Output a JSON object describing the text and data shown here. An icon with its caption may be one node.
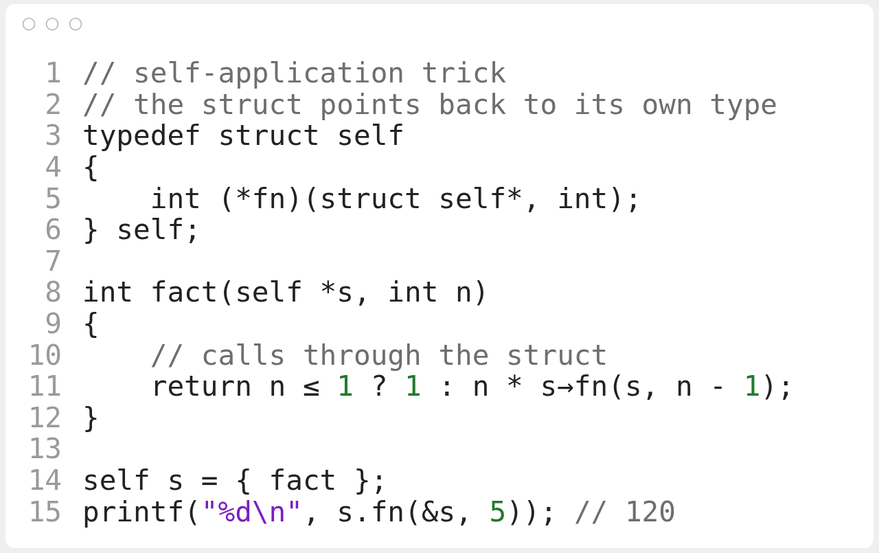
{
  "diagram": {
    "labels": [
      "1",
      "// self-application trick",
      "2",
      "// the struct points back to its own type",
      "3",
      "typedef struct self",
      "4",
      "{",
      "5",
      "    int (*fn)(struct self*, int);",
      "6",
      "} self;",
      "7",
      "8",
      "int fact(self *s, int n)",
      "9",
      "{",
      "10",
      "    // calls through the struct",
      "11",
      "    return n ≤ 1 ? 1 : n * s→fn(s, n - 1);",
      "12",
      "}",
      "13",
      "14",
      "self s = { fact };",
      "15",
      "printf(\"%d\\n\", s.fn(&s, 5)); // 120"
    ]
  }
}
